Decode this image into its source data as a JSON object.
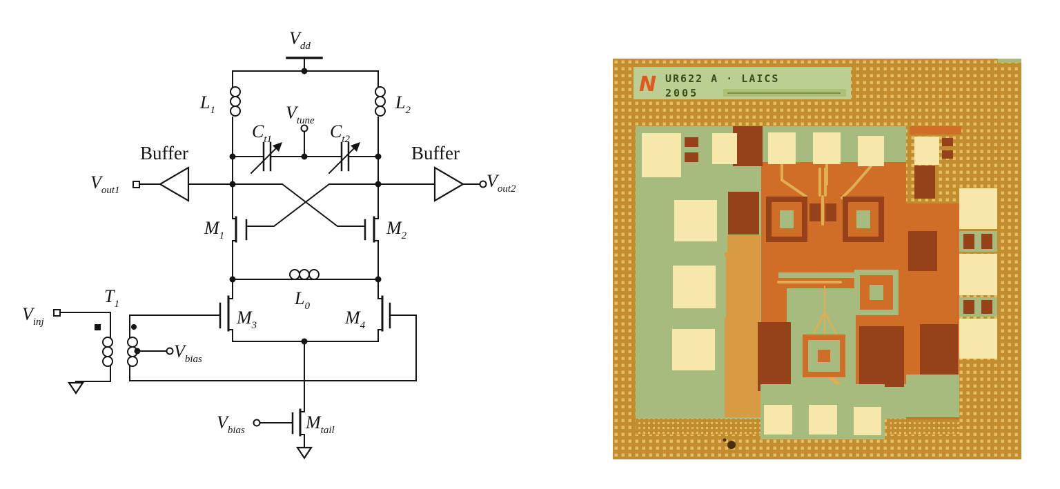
{
  "background": "#ffffff",
  "schematic_ink": "#141414",
  "schematic": {
    "labels": {
      "vdd": {
        "base": "V",
        "sub": "dd"
      },
      "l1": {
        "base": "L",
        "sub": "1"
      },
      "l2": {
        "base": "L",
        "sub": "2"
      },
      "vtune": {
        "base": "V",
        "sub": "tune"
      },
      "ct1": {
        "base": "C",
        "sub": "t1"
      },
      "ct2": {
        "base": "C",
        "sub": "t2"
      },
      "buffer_left": {
        "base": "Buffer",
        "sub": ""
      },
      "buffer_right": {
        "base": "Buffer",
        "sub": ""
      },
      "vout1": {
        "base": "V",
        "sub": "out1"
      },
      "vout2": {
        "base": "V",
        "sub": "out2"
      },
      "m1": {
        "base": "M",
        "sub": "1"
      },
      "m2": {
        "base": "M",
        "sub": "2"
      },
      "l0": {
        "base": "L",
        "sub": "0"
      },
      "m3": {
        "base": "M",
        "sub": "3"
      },
      "m4": {
        "base": "M",
        "sub": "4"
      },
      "t1": {
        "base": "T",
        "sub": "1"
      },
      "vinj": {
        "base": "V",
        "sub": "inj"
      },
      "vbias_transformer": {
        "base": "V",
        "sub": "bias"
      },
      "vbias_tail": {
        "base": "V",
        "sub": "bias"
      },
      "mtail": {
        "base": "M",
        "sub": "tail"
      }
    }
  },
  "die_photo": {
    "logo_letter": "N",
    "title_line": "UR622 A · LAICS",
    "year_line": "2005",
    "colors": {
      "base_gold": "#c28d2e",
      "dot_gold": "#e6bd62",
      "field_green": "#a6bb7d",
      "header_green": "#bccf92",
      "pad_cream": "#f6e7ab",
      "metal_orange": "#d06e28",
      "metal_maroon": "#95421b",
      "metal_tan": "#d99a44",
      "trace_gold": "#dfaf52",
      "text_olive": "#3c4a1e",
      "logo_orange": "#e0581d"
    }
  }
}
